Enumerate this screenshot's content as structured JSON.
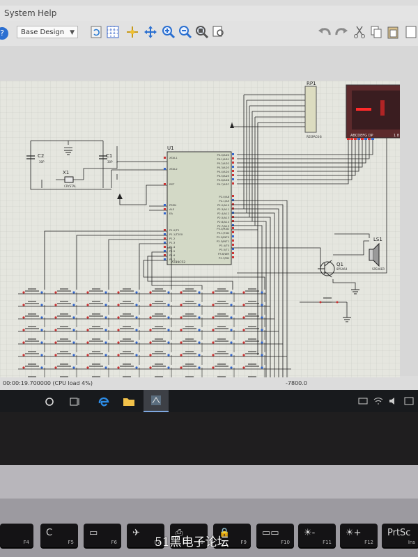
{
  "menu": {
    "system": "System",
    "help": "Help"
  },
  "toolbar": {
    "design_value": "Base Design"
  },
  "schematic": {
    "rp1_ref": "RP1",
    "rp1_part": "RESPACK-8",
    "display_label": "ABCDEFG DP",
    "display_pins": "1 8",
    "c2_ref": "C2",
    "c2_value": "30P",
    "c1_ref": "C1",
    "c1_value": "30P",
    "x1_ref": "X1",
    "x1_value": "CRYSTAL",
    "u1_ref": "U1",
    "u1_part": "AT89C52",
    "u1_pins_left": [
      "XTAL1",
      "XTAL2",
      "RST",
      "PSEN",
      "ALE",
      "EA",
      "P1.0/T2",
      "P1.1/T2EX",
      "P1.2",
      "P1.3",
      "P1.4",
      "P1.5",
      "P1.6",
      "P1.7"
    ],
    "u1_pins_right_p0": [
      "P0.0/AD0",
      "P0.1/AD1",
      "P0.2/AD2",
      "P0.3/AD3",
      "P0.4/AD4",
      "P0.5/AD5",
      "P0.6/AD6",
      "P0.7/AD7"
    ],
    "u1_pins_right_p2": [
      "P2.0/A8",
      "P2.1/A9",
      "P2.2/A10",
      "P2.3/A11",
      "P2.4/A12",
      "P2.5/A13",
      "P2.6/A14",
      "P2.7/A15"
    ],
    "u1_pins_right_p3": [
      "P3.0/RXD",
      "P3.1/TXD",
      "P3.2/INT0",
      "P3.3/INT1",
      "P3.4/T0",
      "P3.5/T1",
      "P3.6/WR",
      "P3.7/RD"
    ],
    "q1_ref": "Q1",
    "q1_part": "8PSA64",
    "ls1_ref": "LS1",
    "ls1_part": "SPEAKER"
  },
  "status": {
    "time": "00:00:19.700000 (CPU load 4%)",
    "coord": "-7800.0"
  },
  "keyboard": [
    {
      "main": "",
      "sub": "F4"
    },
    {
      "main": "C",
      "sub": "F5"
    },
    {
      "main": "▭",
      "sub": "F6"
    },
    {
      "main": "✈",
      "sub": "F7"
    },
    {
      "main": "⎙",
      "sub": "F8"
    },
    {
      "main": "🔒",
      "sub": "F9"
    },
    {
      "main": "▭▭",
      "sub": "F10"
    },
    {
      "main": "☀-",
      "sub": "F11"
    },
    {
      "main": "☀+",
      "sub": "F12"
    },
    {
      "main": "PrtSc",
      "sub": "Ins"
    }
  ],
  "watermark": "51黑电子论坛"
}
